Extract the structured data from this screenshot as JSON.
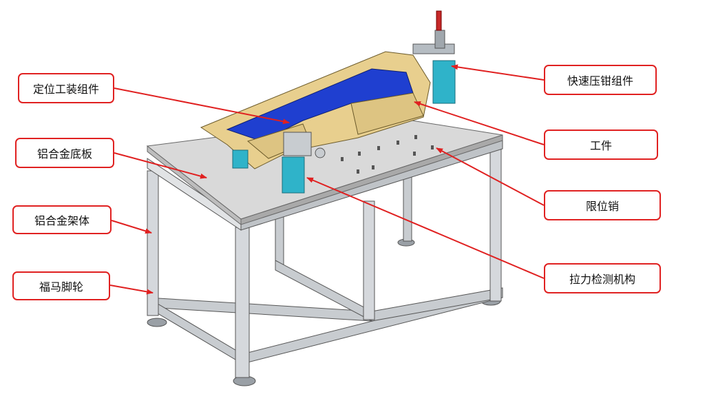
{
  "labels": {
    "positioning_fixture": "定位工装组件",
    "aluminum_base_plate": "铝合金底板",
    "aluminum_frame": "铝合金架体",
    "caster_wheel": "福马脚轮",
    "quick_clamp": "快速压钳组件",
    "workpiece": "工件",
    "limit_pin": "限位销",
    "tension_test": "拉力检测机构"
  },
  "colors": {
    "callout": "#e02020",
    "workpiece": "#e8cf8e",
    "fixture_blue": "#1f3fd0",
    "cyan_parts": "#2fb3c9",
    "plate": "#d9d9d9",
    "frame": "#c8ccd0"
  }
}
